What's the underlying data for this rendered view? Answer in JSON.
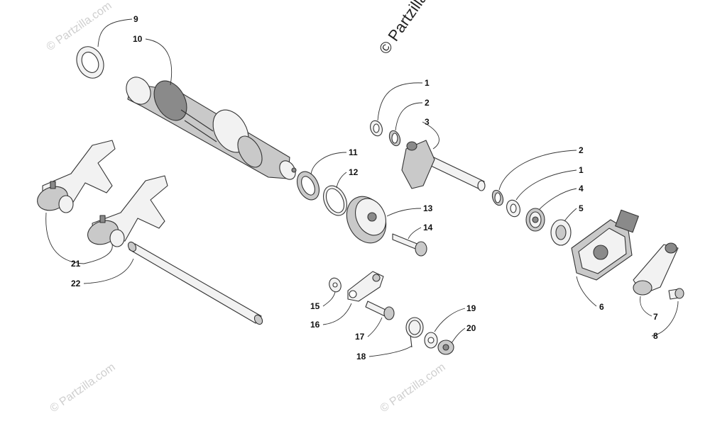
{
  "copyright": "© Partzilla.com",
  "watermark": "© Partzilla.com",
  "callouts": [
    "1",
    "2",
    "3",
    "2",
    "1",
    "4",
    "5",
    "6",
    "7",
    "8",
    "9",
    "10",
    "11",
    "12",
    "13",
    "14",
    "15",
    "16",
    "17",
    "18",
    "19",
    "20",
    "21",
    "22"
  ]
}
